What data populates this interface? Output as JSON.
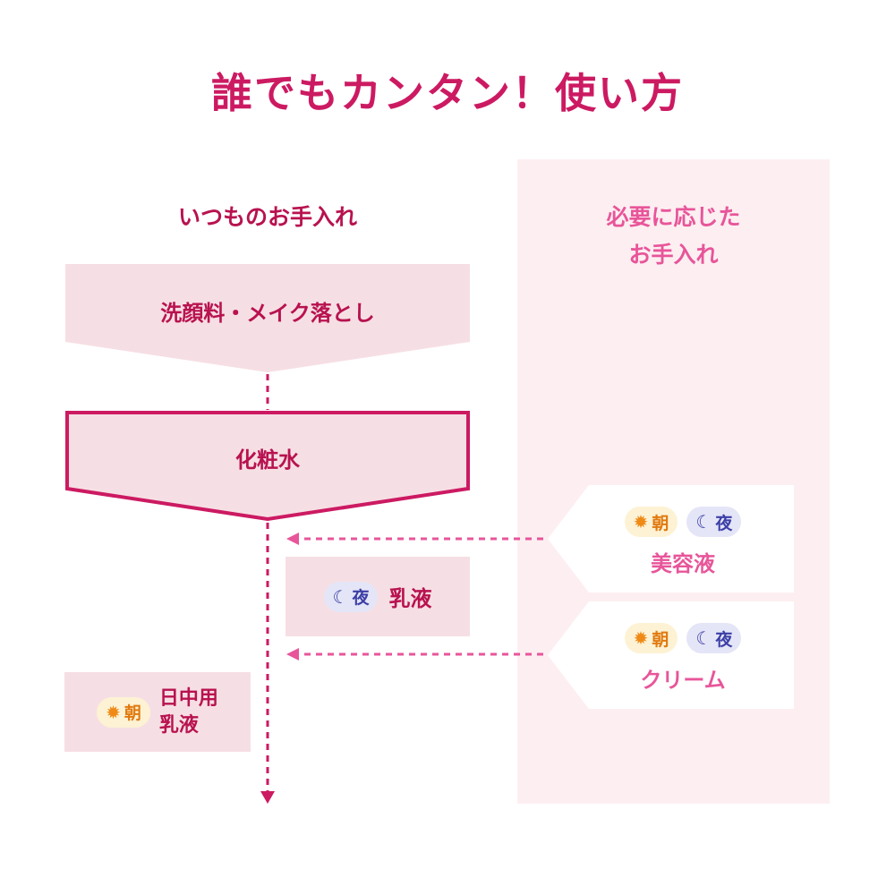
{
  "title": "誰でもカンタン！使い方",
  "left_column": {
    "heading": "いつものお手入れ"
  },
  "right_column": {
    "heading_line1": "必要に応じた",
    "heading_line2": "お手入れ"
  },
  "steps": {
    "cleansing": "洗顔料・メイク落とし",
    "lotion": "化粧水"
  },
  "badges": {
    "morning": "朝",
    "night": "夜"
  },
  "items": {
    "milk_night": {
      "label": "乳液"
    },
    "day_milk": {
      "line1": "日中用",
      "line2": "乳液"
    },
    "serum": {
      "label": "美容液"
    },
    "cream": {
      "label": "クリーム"
    }
  },
  "colors": {
    "title": "#cc1a62",
    "dark_pink": "#b8124f",
    "pink": "#e8559a",
    "box_fill": "#f6dfe4",
    "panel_fill": "#fdeff1",
    "morning_bg": "#fdf2d4",
    "morning_text": "#e07a10",
    "night_bg": "#e4e5f7",
    "night_text": "#3c3fa6"
  },
  "icons": {
    "morning": "sun-icon",
    "night": "moon-icon"
  }
}
